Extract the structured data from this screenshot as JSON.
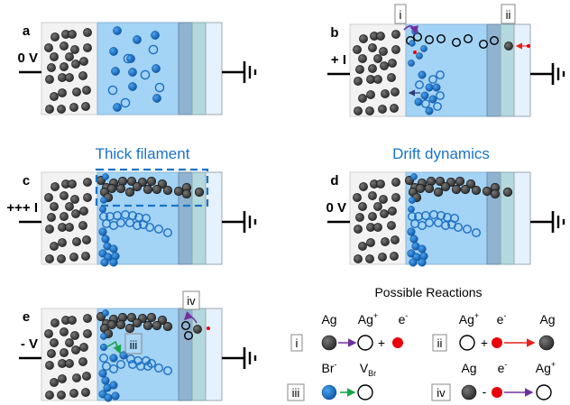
{
  "panels": [
    {
      "id": "a",
      "letter": "a",
      "voltage": "0 V"
    },
    {
      "id": "b",
      "letter": "b",
      "voltage": "+ I",
      "callouts": [
        "i",
        "ii"
      ]
    },
    {
      "id": "c",
      "letter": "c",
      "voltage": "+++ I",
      "title": "Thick filament"
    },
    {
      "id": "d",
      "letter": "d",
      "voltage": "0 V",
      "title": "Drift dynamics"
    },
    {
      "id": "e",
      "letter": "e",
      "voltage": "- V",
      "callouts": [
        "iii",
        "iv"
      ]
    }
  ],
  "reactions": {
    "title": "Possible Reactions",
    "items": [
      {
        "id": "i",
        "label": "i",
        "species": [
          "Ag",
          "Ag+",
          "e-"
        ],
        "operator": "+",
        "arrow_color": "#7030a0"
      },
      {
        "id": "ii",
        "label": "ii",
        "species": [
          "Ag+",
          "e-",
          "Ag"
        ],
        "operator": "+",
        "arrow_color": "#e8221c"
      },
      {
        "id": "iii",
        "label": "iii",
        "species": [
          "Br -",
          "VBr"
        ],
        "arrow_color": "#19a64a"
      },
      {
        "id": "iv",
        "label": "iv",
        "species": [
          "Ag",
          "e-",
          "Ag+"
        ],
        "operator": "-",
        "arrow_color": "#7030a0"
      }
    ]
  },
  "colors": {
    "ag_atom": "#3f3f3f",
    "br_ion": "#1c6fc4",
    "vacancy_outline": "#1c6fc4",
    "ag_ion_outline": "#000000",
    "electron": "#e8000b",
    "electrode_left": "#f2f2f2",
    "perovskite": "#a3d3f5",
    "layer2": "#8fb3d1",
    "layer3": "#b3d8de",
    "layer4": "#e5f1fc",
    "title_blue": "#1a73c7"
  },
  "legend": {
    "ag": "Ag",
    "ag_ion": "Ag",
    "ag_ion_sup": "+",
    "e": "e",
    "e_sup": "-",
    "br": "Br",
    "br_sup": "-",
    "v": "V",
    "v_sub": "Br",
    "plus": "+",
    "minus": "-"
  }
}
